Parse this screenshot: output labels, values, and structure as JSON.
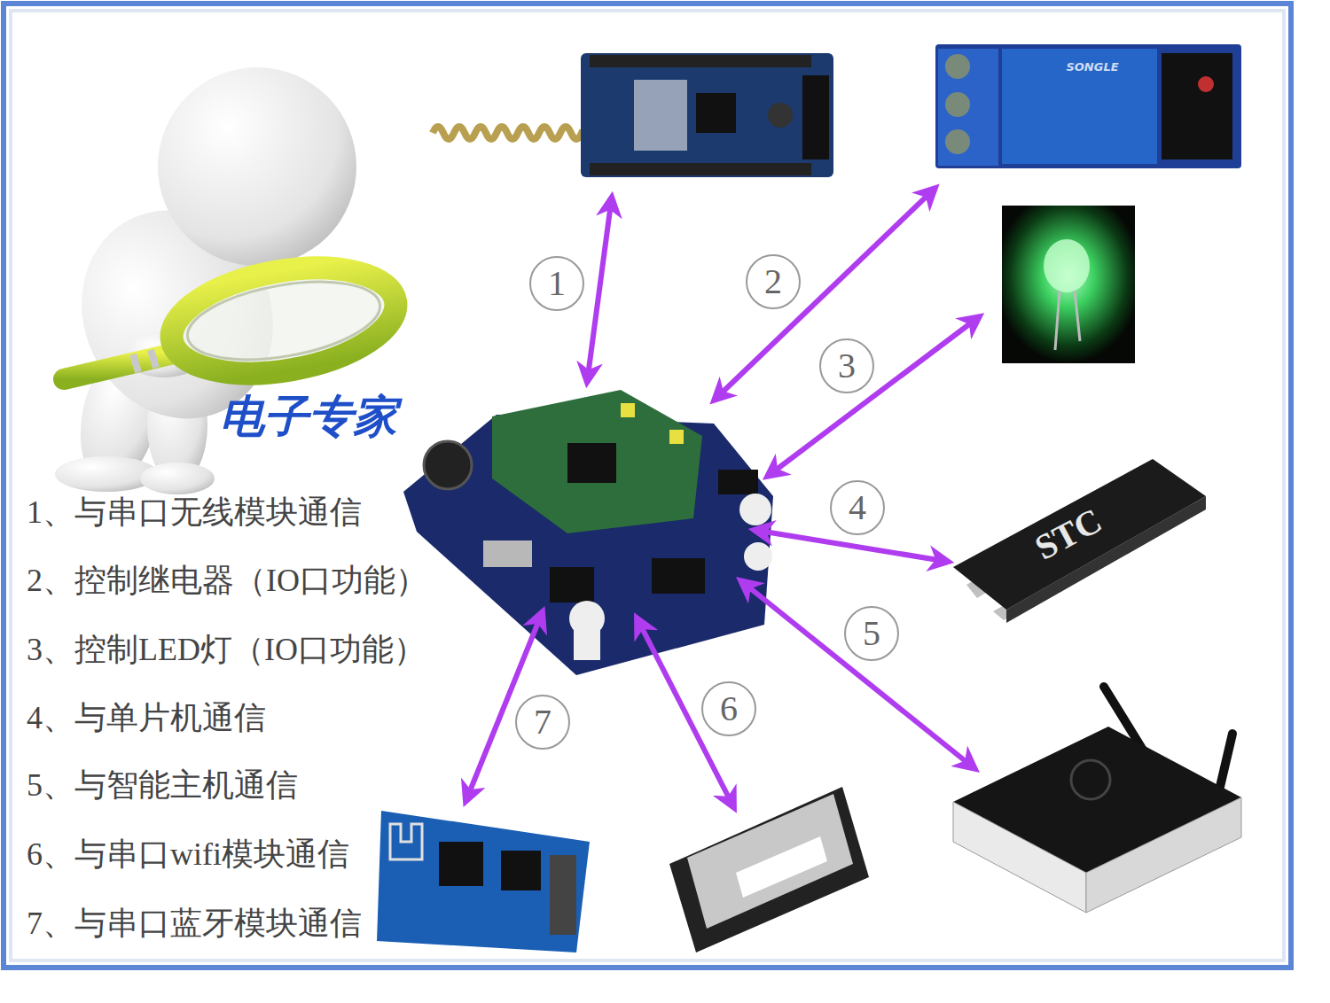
{
  "diagram": {
    "labels": [
      "电子专家",
      "1、与串口无线模块通信",
      "2、控制继电器（IO口功能）",
      "3、控制LED灯（IO口功能）",
      "4、与单片机通信",
      "5、与智能主机通信",
      "6、与串口wifi模块通信",
      "7、与串口蓝牙模块通信",
      "1",
      "2",
      "3",
      "4",
      "5",
      "6",
      "7",
      "STC",
      "SONGLE"
    ]
  }
}
